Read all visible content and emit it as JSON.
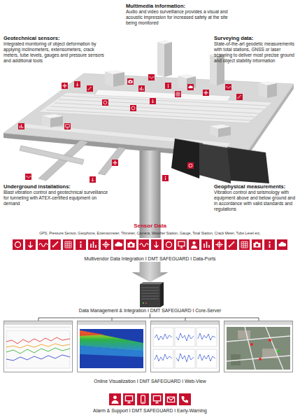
{
  "diagram": {
    "nodes": [
      {
        "text": [
          "Multivendor Data Integration I DMT SAFEGUARD I Data-Ports"
        ]
      },
      {
        "text": [
          "Data Management & Integration I DMT SAFEGUARD I Core-Server"
        ]
      },
      {
        "text": [
          "Online Visualization I DMT SAFEGUARD I Web-View"
        ]
      },
      {
        "text": [
          "Alarm & Support I DMT SAFEGUARD I Early-Warning"
        ]
      }
    ],
    "edges": [
      {
        "from": 0,
        "to": 1,
        "arrow": "to"
      },
      {
        "from": 1,
        "to": 2,
        "arrow": "none"
      }
    ],
    "labels": [
      "Multimedia information:",
      "Audio and video surveillance provides a visual and acoustic impression for increased safety at the site being monitored",
      "Geotechnical sensors:",
      "Integrated monitoring of object deformation by applying inclinometers, extensometers, crack meters, tube levels, gauges and pressure sensors and additional tools",
      "Surveying data:",
      "State-of-the-art geodetic measurements with total stations, GNSS or laser scanning to deliver most precise ground and object stability information",
      "Underground installations:",
      "Blast vibration control and geotechnical surveillance for tunneling with ATEX-certified equipment on demand",
      "Geophysical measurements:",
      "Vibration control and seismology with equipment above and below ground and in accordance with valid standards and regulations",
      "Sensor Data",
      "GPS, Pressure Sensor, Geophone, Extensometer, Tiltmeter, Camera, Weather Station, Gauge, Total Station, Crack Meter, Tube Level etc."
    ]
  }
}
